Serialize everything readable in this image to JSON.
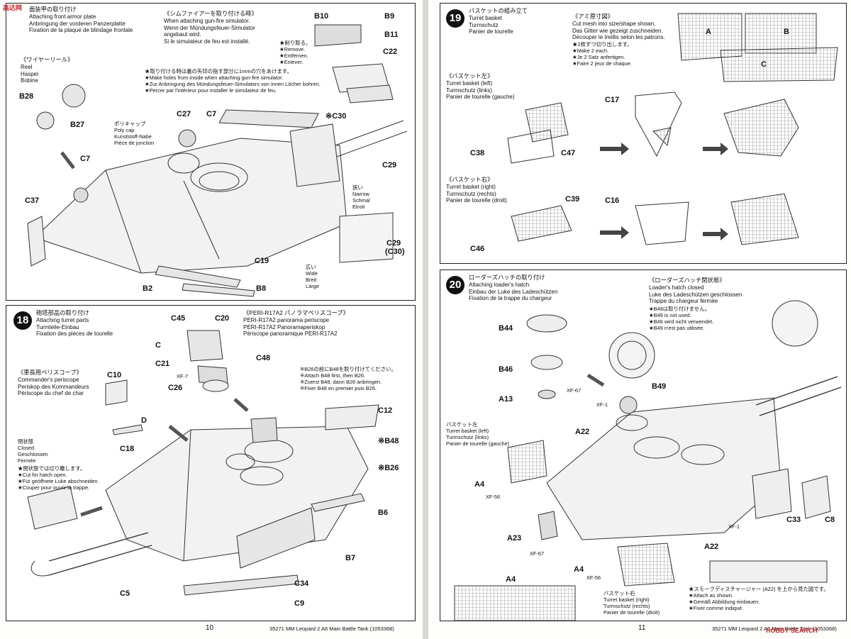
{
  "watermark_top": "高达网",
  "watermark_bottom": "HOBBY SEARCH",
  "pages": {
    "left_number": "10",
    "right_number": "11",
    "left_footer": "35271  MM Leopard 2 A6 Main Battle Tank (1053368)",
    "right_footer": "35271  MM Leopard 2 A6 Main Battle Tank (1053368)"
  },
  "step17": {
    "front_armor": [
      "面装甲の取り付け",
      "Attaching front armor plate",
      "Anbringung der vorderen Panzerplatte",
      "Fixation de la plaque de blindage frontale"
    ],
    "gun_fire": [
      "《シムファイアーを取り付ける時》",
      "When attaching gun-fire simulator.",
      "Wenn der Mündungsfeuer-Simulator",
      "angebaut wird.",
      "Si le simulateur de feu est installé."
    ],
    "remove": [
      "★削り取る。",
      "★Remove.",
      "★Entfernen.",
      "★Enlever."
    ],
    "holes": [
      "★取り付ける時は裏の矢印の指す部分に1mmの穴をあけます。",
      "★Make holes from inside when attaching gun-fire simulator.",
      "★Zur Anbringung des Mündungsfeuer-Simulators von innen Löcher bohren.",
      "★Percer par l'intérieur pour installer le simulateur de feu."
    ],
    "reel": [
      "《ワイヤーリール》",
      "Reel",
      "Haspel",
      "Bobine"
    ],
    "polycap": [
      "ポリキャップ",
      "Poly cap",
      "Kunststoff-Nabe",
      "Pièce de jonction"
    ],
    "narrow": [
      "狭い",
      "Narrow",
      "Schmal",
      "Etroit"
    ],
    "wide": [
      "広い",
      "Wide",
      "Breit",
      "Large"
    ],
    "parts": {
      "b9": "B9",
      "b10": "B10",
      "b11": "B11",
      "c22": "C22",
      "c30m": "※C30",
      "b28": "B28",
      "b27": "B27",
      "c27": "C27",
      "c7a": "C7",
      "c7b": "C7",
      "c29": "C29",
      "c37": "C37",
      "c29b": "C29",
      "c30p": "(C30)",
      "c19": "C19",
      "b2": "B2",
      "b8": "B8"
    }
  },
  "step18": {
    "num": "18",
    "title": [
      "砲塔部品の取り付け",
      "Attaching turret parts",
      "Turmteile-Einbau",
      "Fixation des pièces de tourelle"
    ],
    "peri": [
      "《PERI-R17A2 パノラマペリスコープ》",
      "PERI-R17A2 panorama periscope",
      "PERI-R17A2 Panoramaperiskop",
      "Périscope panoramique PERI-R17A2"
    ],
    "cmdr": [
      "《車長用ペリスコープ》",
      "Commander's periscope",
      "Periskop des Kommandeurs",
      "Périscope du chef de char"
    ],
    "b26": [
      "※B26の前にB48を取り付けてください。",
      "※Attach B48 first, then B26.",
      "※Zuerst B48, dann B26 anbringen.",
      "※Fixer B48 en premier puis B26."
    ],
    "closed": [
      "閉状態",
      "Closed",
      "Geschlossen",
      "Fermée"
    ],
    "cut": [
      "★閉状態では切り離します。",
      "★Cut for hatch open.",
      "★Für geöffnete Luke abschneiden.",
      "★Couper pour ouvrir la trappe."
    ],
    "parts": {
      "c45": "C45",
      "c20": "C20",
      "c": "C",
      "c48": "C48",
      "c21": "C21",
      "xf7": "XF-7",
      "c26": "C26",
      "c10": "C10",
      "d": "D",
      "c12": "C12",
      "b48": "※B48",
      "b26": "※B26",
      "c18": "C18",
      "b6": "B6",
      "b7": "B7",
      "c5": "C5",
      "c34": "C34",
      "c9": "C9"
    }
  },
  "step19": {
    "num": "19",
    "title": [
      "バスケットの組み立て",
      "Turret basket",
      "Turmschutz",
      "Panier de tourelle"
    ],
    "mesh": [
      "《アミ原寸図》",
      "Cut mesh into size/shape shown.",
      "Das Gitter wie gezeigt zuschneiden.",
      "Découper le treillis selon les patrons.",
      "★2枚ずつ切り出します。",
      "★Make 2 each.",
      "★Je 2 Satz anfertigen.",
      "★Faire 2 jeux de chaque."
    ],
    "left": [
      "《バスケット左》",
      "Turret basket (left)",
      "Turmschutz (links)",
      "Panier de tourelle (gauche)"
    ],
    "right": [
      "《バスケット右》",
      "Turret basket (right)",
      "Turmschutz (rechts)",
      "Panier de tourelle (droit)"
    ],
    "parts": {
      "A": "A",
      "B": "B",
      "C": "C",
      "c17": "C17",
      "c38": "C38",
      "c47": "C47",
      "c39": "C39",
      "c16": "C16",
      "c46": "C46"
    }
  },
  "step20": {
    "num": "20",
    "title": [
      "ローダーズハッチの取り付け",
      "Attaching loader's hatch",
      "Einbau der Luke des Ladeschützen",
      "Fixation de la trappe du chargeur"
    ],
    "closed": [
      "《ローダーズハッチ閉状態》",
      "Loader's hatch closed",
      "Luke des Ladeschützen geschlossen",
      "Trappe du chargeur fermée",
      "★B49は取り付けません。",
      "★B49 is not used.",
      "★B49 wird nicht verwendet.",
      "★B49 n'est pas utilisée."
    ],
    "basket_left": [
      "バスケット左",
      "Turret basket (left)",
      "Turmschutz (links)",
      "Panier de tourelle (gauche)"
    ],
    "basket_right": [
      "バスケット右",
      "Turret basket (right)",
      "Turmschutz (rechts)",
      "Panier de tourelle (droit)"
    ],
    "smoke": [
      "★スモークディスチャージャー (A22) を上から見た図です。",
      "★Attach as shown.",
      "★Gemäß Abbildung einbauen.",
      "★Fixer comme indiqué."
    ],
    "parts": {
      "b44": "B44",
      "b46": "B46",
      "a13": "A13",
      "xf67a": "XF-67",
      "xf1a": "XF-1",
      "b49": "B49",
      "a22a": "A22",
      "a4a": "A4",
      "xf56a": "XF-56",
      "a23": "A23",
      "xf67b": "XF-67",
      "a4b": "A4",
      "xf56b": "XF-56",
      "xf1b": "XF-1",
      "a22b": "A22",
      "c33": "C33",
      "c8": "C8",
      "a4c": "A4"
    }
  }
}
